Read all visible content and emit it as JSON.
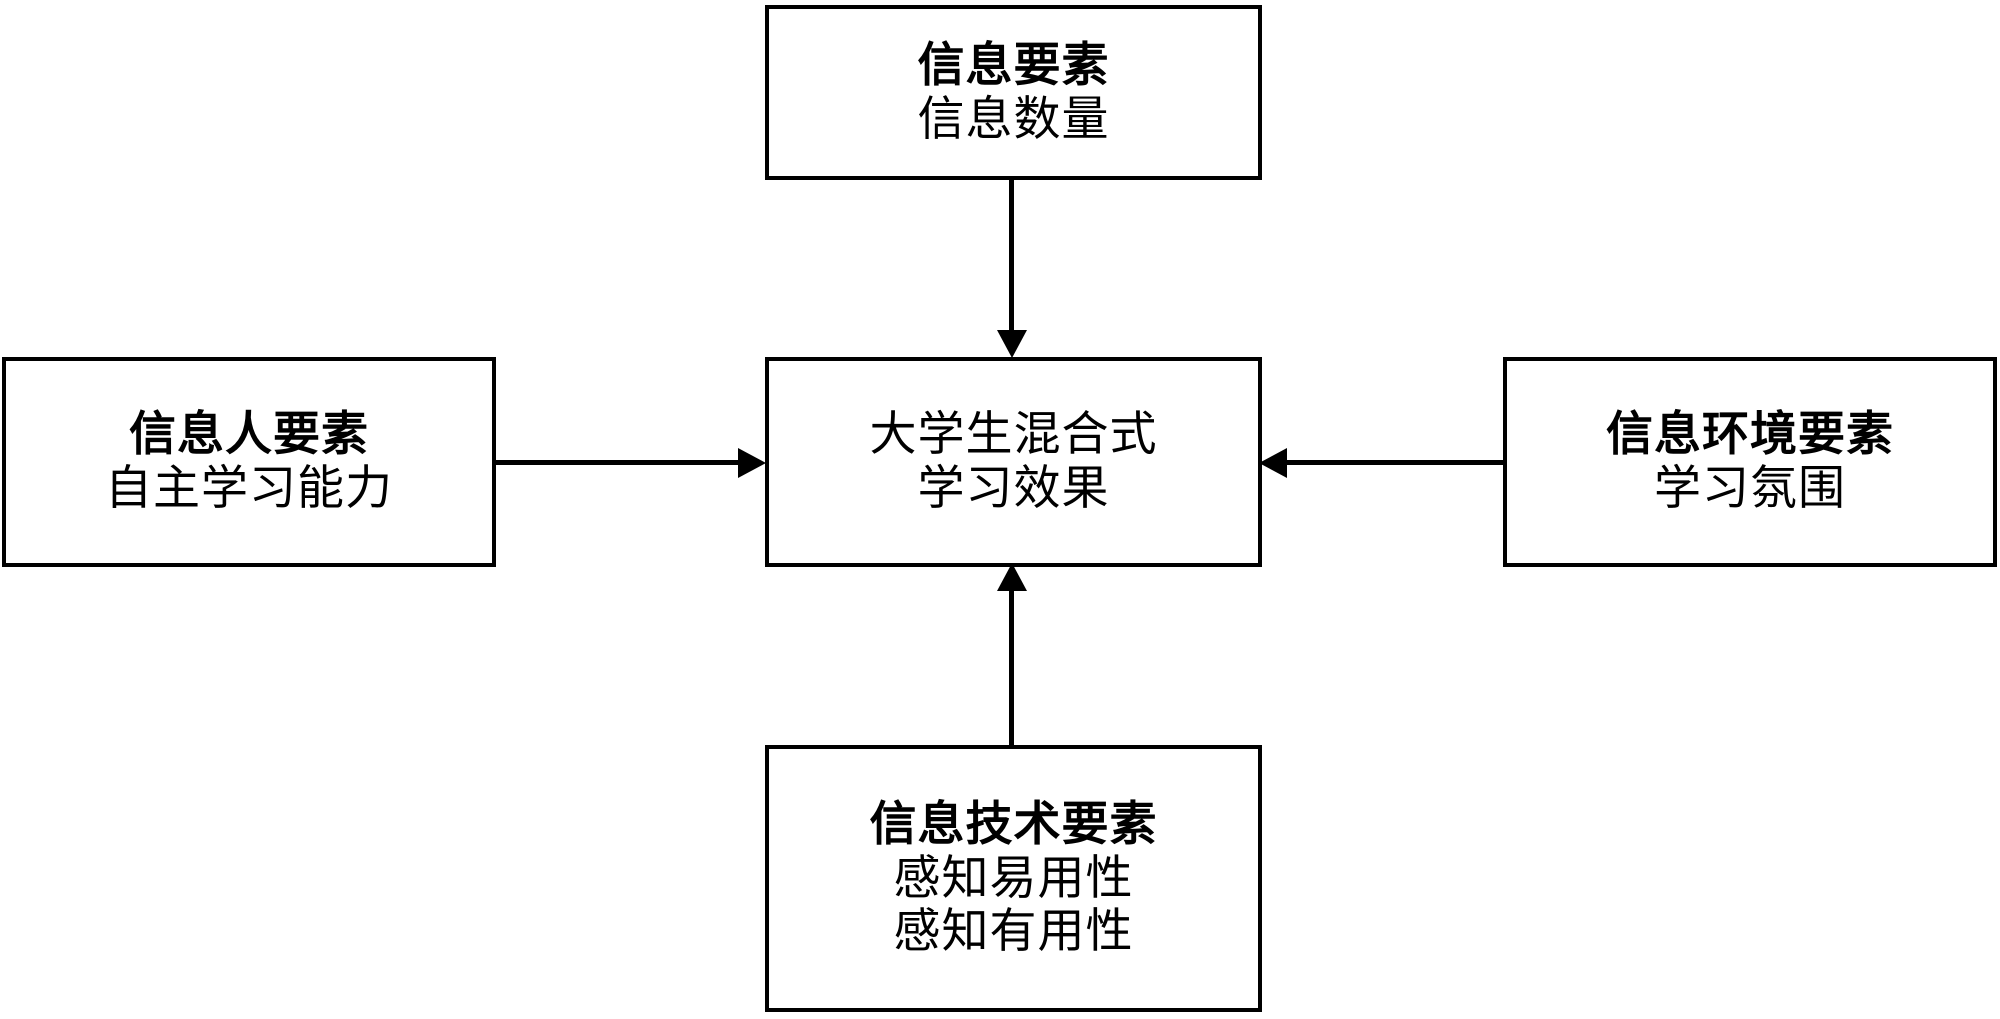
{
  "diagram": {
    "type": "concept-model-flow-diagram",
    "background_color": "#ffffff",
    "line_color": "#000000",
    "nodes": {
      "top": {
        "id": "information-element",
        "title": "信息要素",
        "items": [
          "信息数量"
        ]
      },
      "left": {
        "id": "information-person-element",
        "title": "信息人要素",
        "items": [
          "自主学习能力"
        ]
      },
      "center": {
        "id": "blended-learning-effect",
        "title": "大学生混合式",
        "items": [
          "学习效果"
        ]
      },
      "right": {
        "id": "information-environment-element",
        "title": "信息环境要素",
        "items": [
          "学习氛围"
        ]
      },
      "bottom": {
        "id": "information-technology-element",
        "title": "信息技术要素",
        "items": [
          "感知易用性",
          "感知有用性"
        ]
      }
    },
    "edges": [
      {
        "id": "edge-top-to-center",
        "from": "top",
        "to": "center",
        "direction": "down",
        "style": "solid-arrow"
      },
      {
        "id": "edge-left-to-center",
        "from": "left",
        "to": "center",
        "direction": "right",
        "style": "solid-arrow"
      },
      {
        "id": "edge-right-to-center",
        "from": "right",
        "to": "center",
        "direction": "left",
        "style": "solid-arrow"
      },
      {
        "id": "edge-bottom-to-center",
        "from": "bottom",
        "to": "center",
        "direction": "up",
        "style": "solid-arrow"
      }
    ]
  }
}
